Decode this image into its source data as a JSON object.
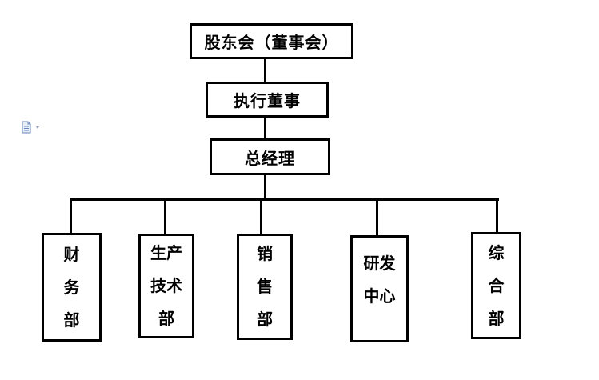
{
  "org_chart": {
    "top": {
      "label": "股东会（董事会）"
    },
    "executive": {
      "label": "执行董事"
    },
    "manager": {
      "label": "总经理"
    },
    "departments": [
      {
        "label": "财\n务\n部"
      },
      {
        "label": "生产\n技术\n部"
      },
      {
        "label": "销\n售\n部"
      },
      {
        "label": "研发\n中心"
      },
      {
        "label": "综\n合\n部"
      }
    ]
  },
  "icons": {
    "document_icon": "document-icon",
    "dropdown_icon": "chevron-down-icon"
  },
  "colors": {
    "line": "#000000",
    "icon": "#6a86b8"
  }
}
